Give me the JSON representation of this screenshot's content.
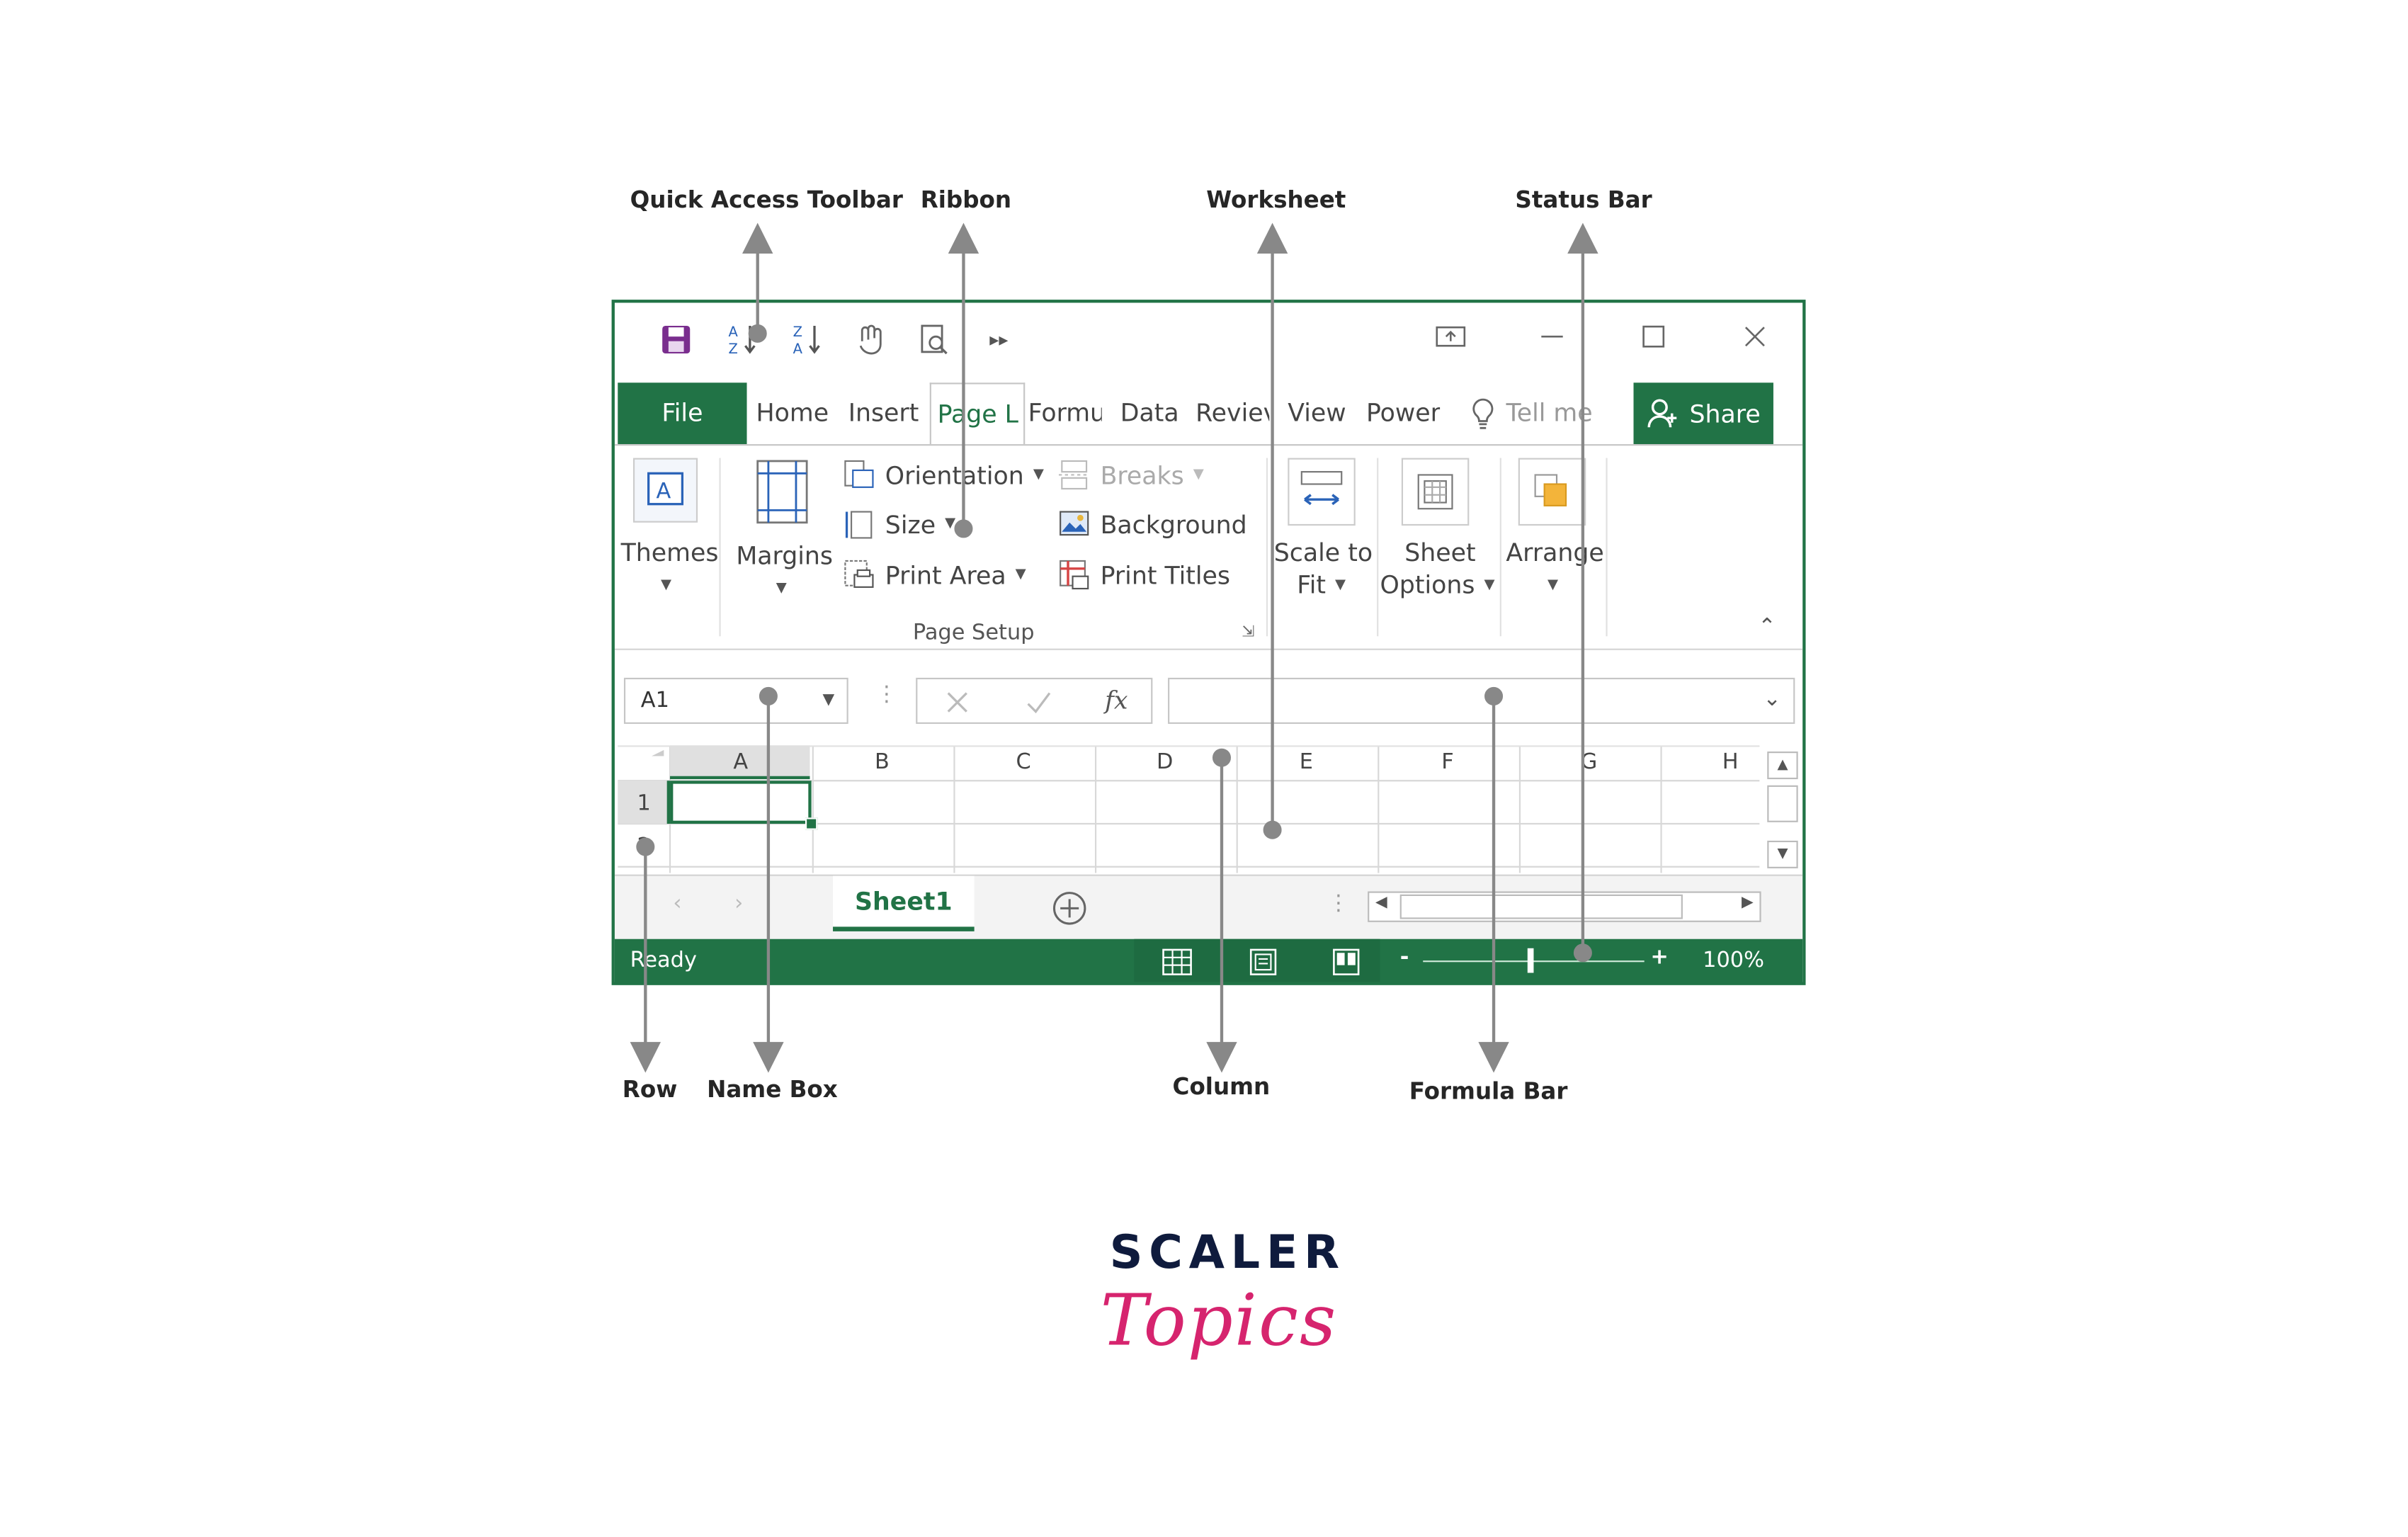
{
  "annotations": {
    "quick_access_toolbar": "Quick Access Toolbar",
    "ribbon": "Ribbon",
    "worksheet": "Worksheet",
    "status_bar": "Status Bar",
    "row": "Row",
    "name_box": "Name Box",
    "column": "Column",
    "formula_bar": "Formula Bar"
  },
  "tabs": {
    "file": "File",
    "home": "Home",
    "insert": "Insert",
    "page_layout": "Page L",
    "formulas": "Formu",
    "data": "Data",
    "review": "Reviev",
    "view": "View",
    "power": "Power",
    "tell_me": "Tell me",
    "share": "Share"
  },
  "ribbon": {
    "themes": "Themes",
    "margins": "Margins",
    "orientation": "Orientation",
    "size": "Size",
    "print_area": "Print Area",
    "breaks": "Breaks",
    "background": "Background",
    "print_titles": "Print Titles",
    "group_label": "Page Setup",
    "scale_to_fit_1": "Scale to",
    "scale_to_fit_2": "Fit",
    "sheet_options_1": "Sheet",
    "sheet_options_2": "Options",
    "arrange": "Arrange"
  },
  "formula_bar": {
    "name_box_value": "A1",
    "fx": "fx"
  },
  "grid": {
    "columns": [
      "A",
      "B",
      "C",
      "D",
      "E",
      "F",
      "G",
      "H"
    ],
    "rows": [
      "1",
      "2"
    ]
  },
  "sheet_tab": "Sheet1",
  "status": {
    "ready": "Ready",
    "zoom": "100%",
    "minus": "-",
    "plus": "+"
  },
  "logo": {
    "line1": "SCALER",
    "line2": "Topics",
    "line1_color": "#0f1b3d",
    "line2_color": "#d6246e"
  },
  "colors": {
    "excel_green": "#217346"
  }
}
